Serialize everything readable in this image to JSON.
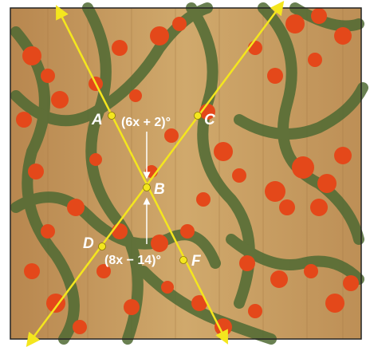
{
  "diagram": {
    "points": {
      "A": "A",
      "B": "B",
      "C": "C",
      "D": "D",
      "F": "F"
    },
    "angle_top": "(6x + 2)°",
    "angle_bottom": "(8x − 14)°",
    "colors": {
      "line": "#f4e61e",
      "point": "#f4e61e",
      "label": "#ffffff",
      "frame": "#222222",
      "wood": "#c9a064",
      "flower": "#e4481a",
      "leaf": "#4f6a33"
    }
  }
}
